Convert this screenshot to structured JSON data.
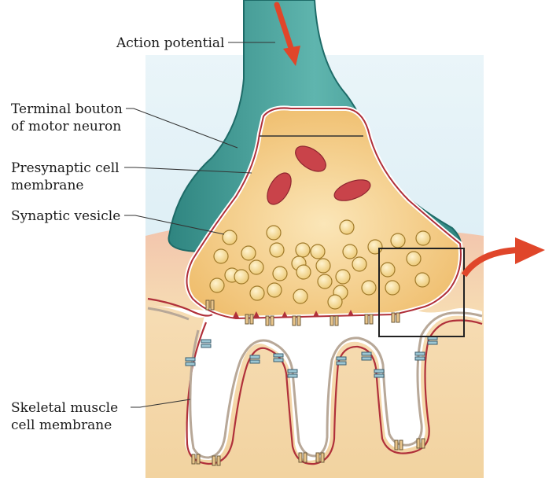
{
  "labels": {
    "action_potential": "Action potential",
    "terminal_bouton_1": "Terminal bouton",
    "terminal_bouton_2": "of motor neuron",
    "presynaptic_1": "Presynaptic cell",
    "presynaptic_2": "membrane",
    "vesicle": "Synaptic vesicle",
    "skeletal_1": "Skeletal muscle",
    "skeletal_2": "cell membrane"
  },
  "colors": {
    "sky": "#d6ecf4",
    "neuron_teal": "#3f9d97",
    "neuron_dark": "#1e6b68",
    "bouton_fill": "#f6d49a",
    "vesicle": "#f5dd9a",
    "mitochondria": "#c9434a",
    "muscle_pink": "#efb6a0",
    "muscle_tan": "#f3d7a8",
    "arrow_red": "#e0462a",
    "membrane_red": "#b0303a"
  },
  "icons": [
    "arrow-down-icon",
    "arrow-out-icon"
  ]
}
